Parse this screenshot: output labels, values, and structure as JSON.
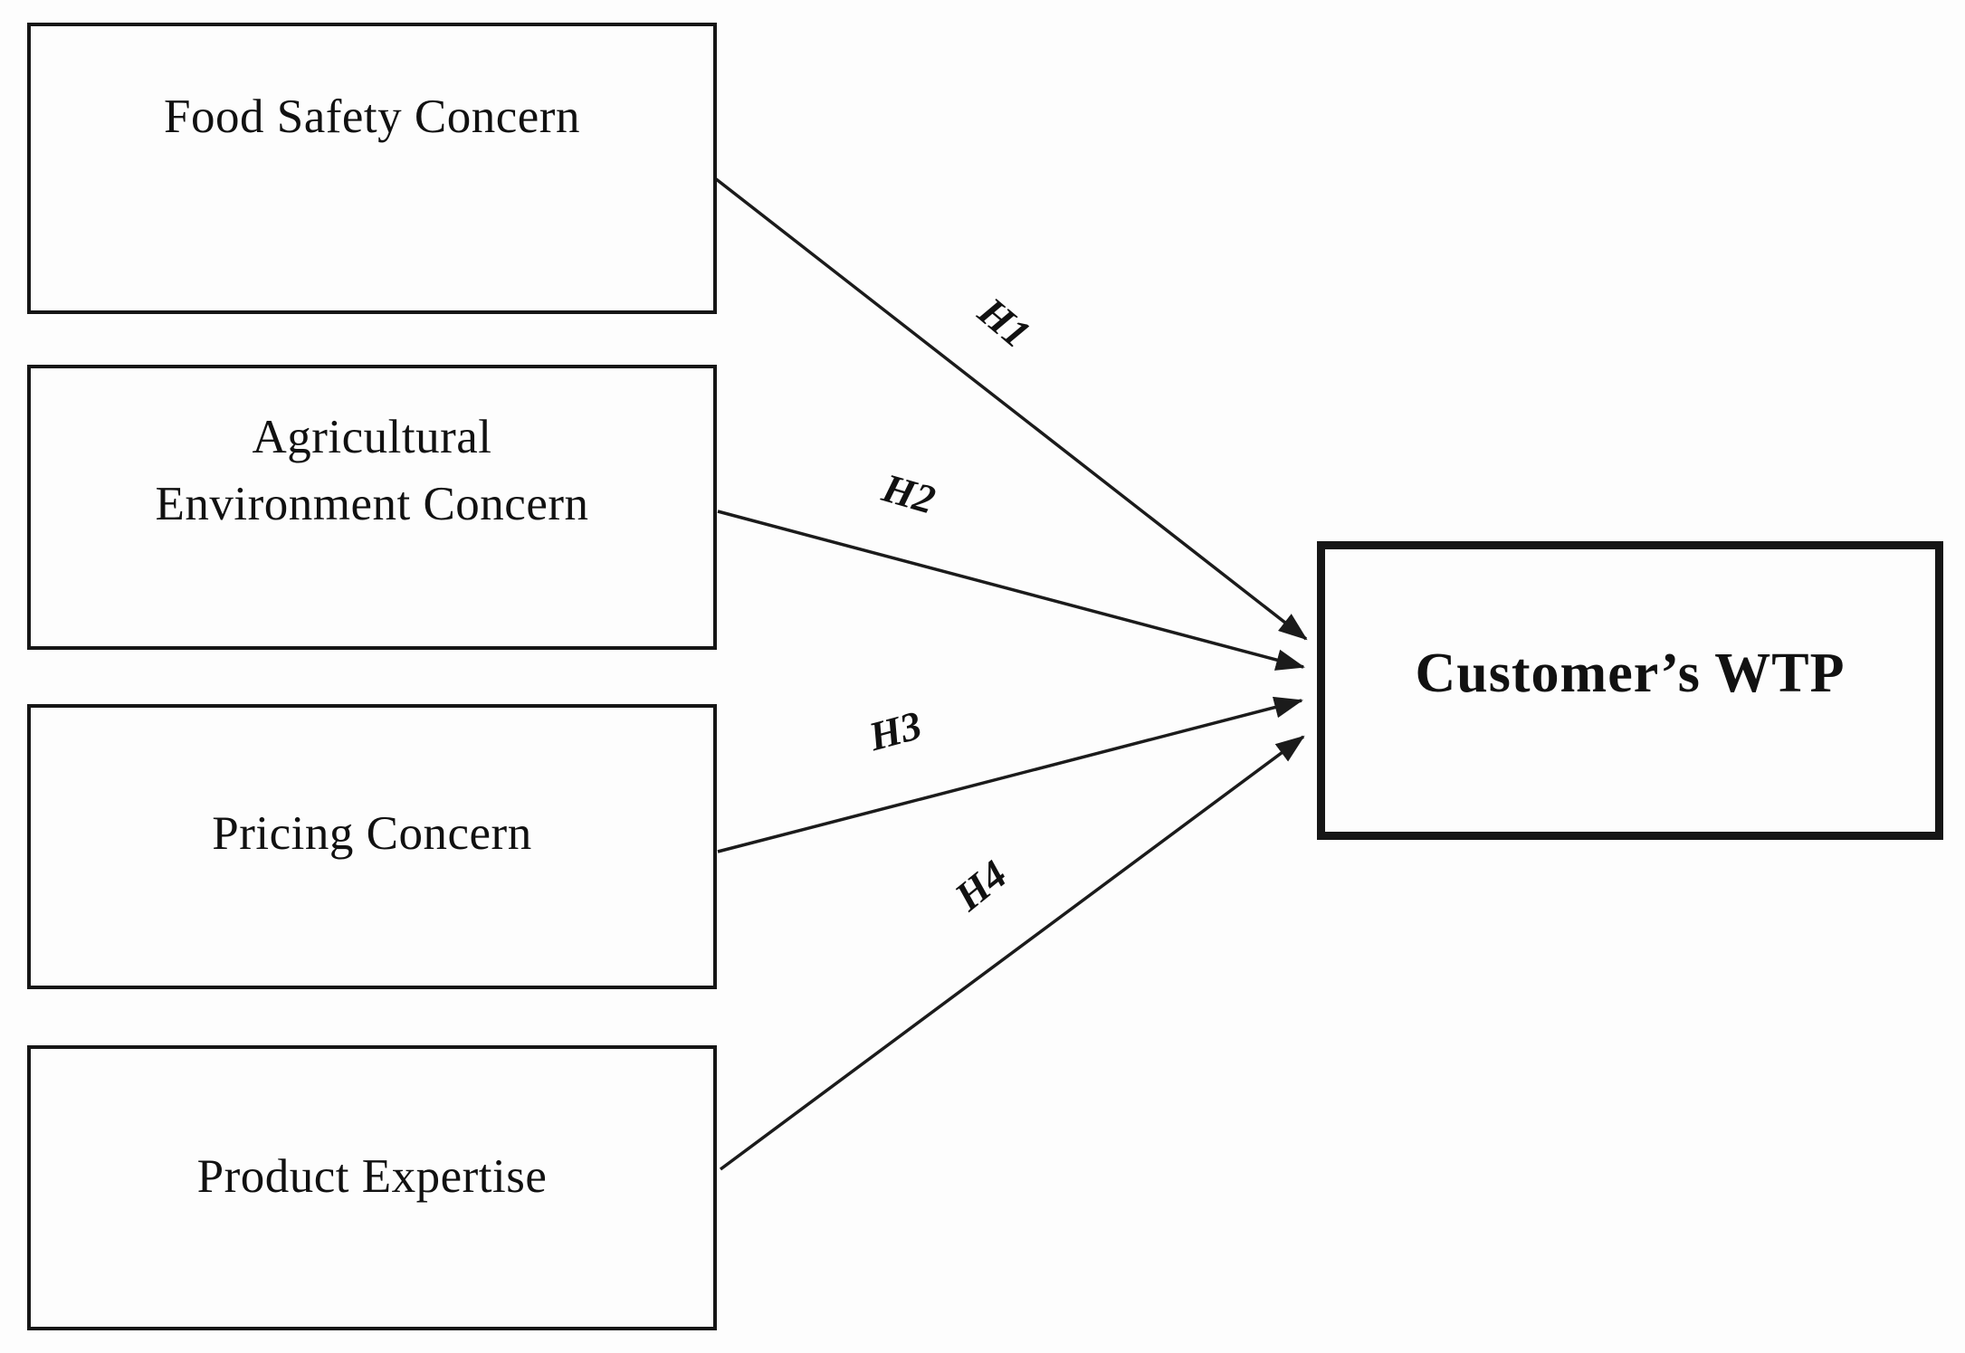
{
  "diagram": {
    "description": "Conceptual research model with four predictors and hypotheses pointing to outcome",
    "background_color": "#fdfdfd",
    "line_color": "#1b1b1b",
    "predictor_boxes": [
      {
        "name": "Food Safety Concern",
        "lines": [
          "Food Safety Concern"
        ]
      },
      {
        "name": "Agricultural Environment Concern",
        "lines": [
          "Agricultural",
          "Environment Concern"
        ]
      },
      {
        "name": "Pricing Concern",
        "lines": [
          "Pricing Concern"
        ]
      },
      {
        "name": "Product Expertise",
        "lines": [
          "Product Expertise"
        ]
      }
    ],
    "outcome_box": {
      "label": "Customer’s WTP"
    },
    "arrows": [
      {
        "label": "H1",
        "from": "Food Safety Concern",
        "to": "Customer’s WTP"
      },
      {
        "label": "H2",
        "from": "Agricultural Environment Concern",
        "to": "Customer’s WTP"
      },
      {
        "label": "H3",
        "from": "Pricing Concern",
        "to": "Customer’s WTP"
      },
      {
        "label": "H4",
        "from": "Product Expertise",
        "to": "Customer’s WTP"
      }
    ]
  }
}
